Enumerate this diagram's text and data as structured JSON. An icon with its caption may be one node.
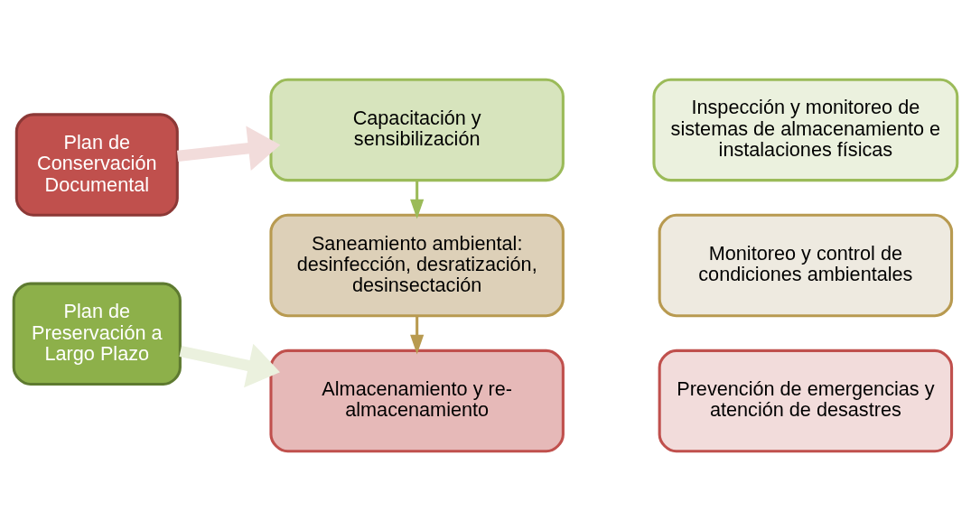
{
  "diagram": {
    "nodes": [
      {
        "text": [
          "Plan de Conservación Documental"
        ]
      },
      {
        "text": [
          "Plan de Preservación a Largo Plazo"
        ]
      },
      {
        "text": [
          "Capacitación y sensibilización"
        ]
      },
      {
        "text": [
          "Inspección y monitoreo de sistemas de almacenamiento e instalaciones físicas"
        ]
      },
      {
        "text": [
          "Saneamiento ambiental: desinfección, desratización, desinsectación"
        ]
      },
      {
        "text": [
          "Monitoreo y control de condiciones ambientales"
        ]
      },
      {
        "text": [
          "Almacenamiento y re-almacenamiento"
        ]
      },
      {
        "text": [
          "Prevención de emergencias y atención de desastres"
        ]
      }
    ],
    "edges": [
      {
        "from": 0,
        "to": 2,
        "arrow": "to",
        "style": "thick",
        "color": "#f2dcdb"
      },
      {
        "from": 1,
        "to": 6,
        "arrow": "to",
        "style": "thick",
        "color": "#ebf1de"
      },
      {
        "from": 2,
        "to": 4,
        "arrow": "to",
        "color": "#9bbb59"
      },
      {
        "from": 4,
        "to": 6,
        "arrow": "to",
        "color": "#b89a50"
      }
    ]
  }
}
